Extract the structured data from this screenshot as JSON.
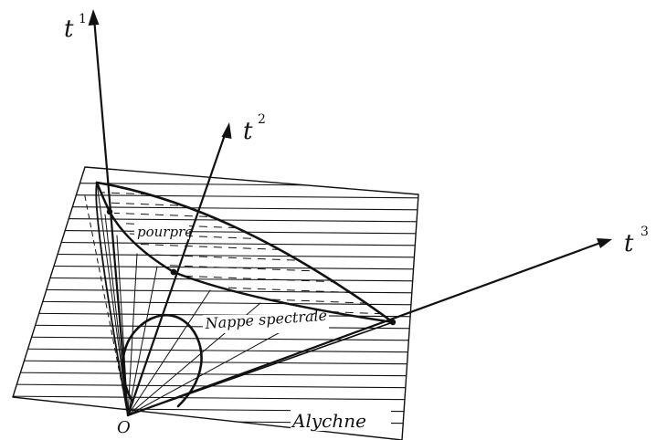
{
  "labels": {
    "axis_t1": "t",
    "axis_t1_exp": "1",
    "axis_t2": "t",
    "axis_t2_exp": "2",
    "axis_t3": "t",
    "axis_t3_exp": "3",
    "pourpre": "pourpre",
    "nappe": "Nappe spectrale",
    "origin": "O",
    "alychne": "Alychne"
  },
  "colors": {
    "ink": "#111111",
    "background": "#ffffff"
  }
}
